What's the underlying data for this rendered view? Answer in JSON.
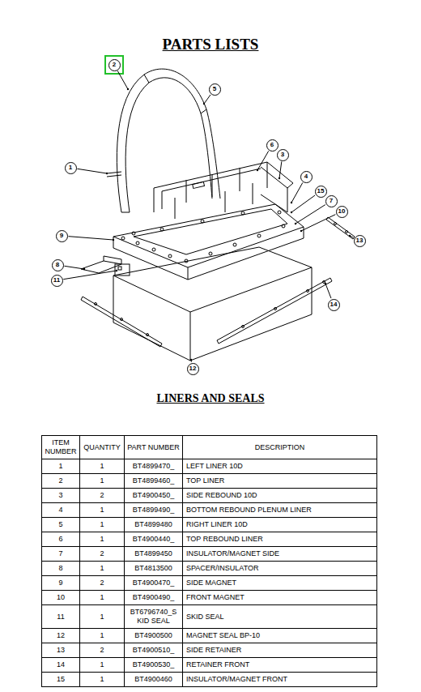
{
  "diagram": {
    "title": "PARTS LISTS",
    "nodes": [
      {
        "text": [
          "2"
        ]
      },
      {
        "text": [
          "5"
        ]
      },
      {
        "text": [
          "6"
        ]
      },
      {
        "text": [
          "1"
        ]
      },
      {
        "text": [
          "3"
        ]
      },
      {
        "text": [
          "4"
        ]
      },
      {
        "text": [
          "15"
        ]
      },
      {
        "text": [
          "7"
        ]
      },
      {
        "text": [
          "10"
        ]
      },
      {
        "text": [
          "9"
        ]
      },
      {
        "text": [
          "13"
        ]
      },
      {
        "text": [
          "8"
        ]
      },
      {
        "text": [
          "11"
        ]
      },
      {
        "text": [
          "14"
        ]
      },
      {
        "text": [
          "12"
        ]
      }
    ],
    "labels": [
      "LINERS AND SEALS",
      "ITEM NUMBER",
      "QUANTITY",
      "PART NUMBER",
      "DESCRIPTION",
      "1",
      "1",
      "BT4899470_",
      "LEFT LINER 10D",
      "2",
      "1",
      "BT4899460_",
      "TOP LINER",
      "3",
      "2",
      "BT4900450_",
      "SIDE REBOUND 10D",
      "4",
      "1",
      "BT4899490_",
      "BOTTOM REBOUND PLENUM LINER",
      "5",
      "1",
      "BT4899480",
      "RIGHT LINER 10D",
      "6",
      "1",
      "BT4900440_",
      "TOP REBOUND LINER",
      "7",
      "2",
      "BT4899450",
      "INSULATOR/MAGNET SIDE",
      "8",
      "1",
      "BT4813500",
      "SPACER/INSULATOR",
      "9",
      "2",
      "BT4900470_",
      "SIDE MAGNET",
      "10",
      "1",
      "BT4900490_",
      "FRONT MAGNET",
      "11",
      "1",
      "BT6796740_S KID SEAL",
      "SKID SEAL",
      "12",
      "1",
      "BT4900500",
      "MAGNET SEAL BP-10",
      "13",
      "2",
      "BT4900510_",
      "SIDE RETAINER",
      "14",
      "1",
      "BT4900530_",
      "RETAINER FRONT",
      "15",
      "1",
      "BT4900460",
      "INSULATOR/MAGNET FRONT"
    ]
  }
}
